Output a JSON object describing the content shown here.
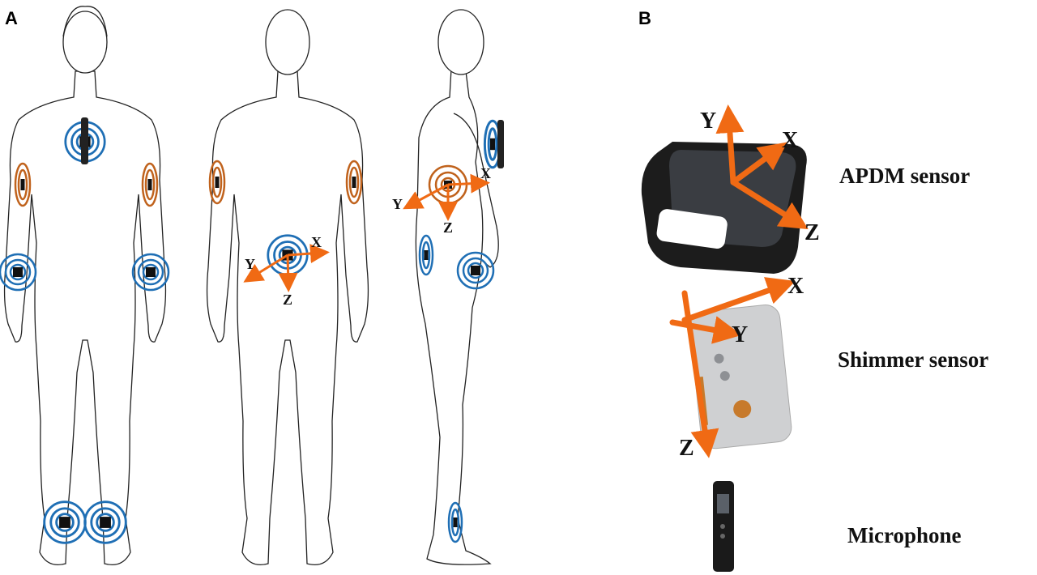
{
  "panels": {
    "a": "A",
    "b": "B"
  },
  "colors": {
    "blue_sensor": "#1f6fb5",
    "orange_sensor": "#c0621c",
    "axis_arrow": "#f06a14"
  },
  "lumbar_axes": {
    "x": "X",
    "y": "Y",
    "z": "Z"
  },
  "hip_axes": {
    "x": "X",
    "y": "Y",
    "z": "Z"
  },
  "apdm": {
    "label": "APDM sensor",
    "x": "X",
    "y": "Y",
    "z": "Z"
  },
  "shimmer": {
    "label": "Shimmer sensor",
    "x": "X",
    "y": "Y",
    "z": "Z"
  },
  "microphone": {
    "label": "Microphone"
  }
}
